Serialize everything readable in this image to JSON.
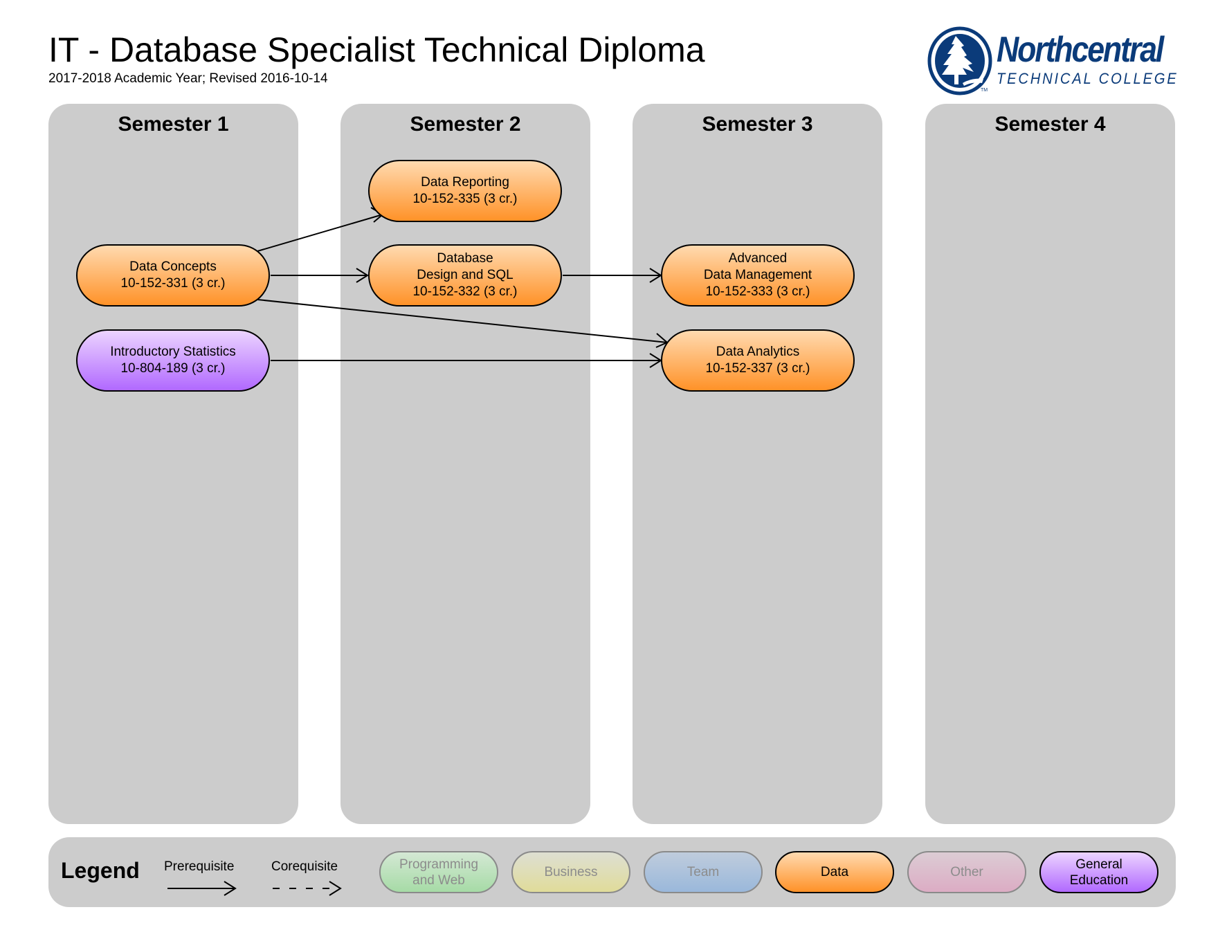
{
  "header": {
    "title": "IT - Database Specialist Technical Diploma",
    "subtitle": "2017-2018 Academic Year; Revised 2016-10-14"
  },
  "logo": {
    "wordmark": "Northcentral",
    "tagline": "TECHNICAL COLLEGE",
    "trademark": "TM",
    "icon": "pine-tree-circle-icon",
    "color": "#0b3b7a"
  },
  "semesters": [
    {
      "label": "Semester 1"
    },
    {
      "label": "Semester 2"
    },
    {
      "label": "Semester 3"
    },
    {
      "label": "Semester 4"
    }
  ],
  "courses": [
    {
      "id": "data-concepts",
      "semester": 1,
      "category": "Data",
      "lines": [
        "Data Concepts",
        "10-152-331 (3 cr.)"
      ]
    },
    {
      "id": "intro-stats",
      "semester": 1,
      "category": "General Education",
      "lines": [
        "Introductory Statistics",
        "10-804-189 (3 cr.)"
      ]
    },
    {
      "id": "data-reporting",
      "semester": 2,
      "category": "Data",
      "lines": [
        "Data Reporting",
        "10-152-335 (3 cr.)"
      ]
    },
    {
      "id": "db-design-sql",
      "semester": 2,
      "category": "Data",
      "lines": [
        "Database",
        "Design and SQL",
        "10-152-332 (3 cr.)"
      ]
    },
    {
      "id": "adv-data-mgmt",
      "semester": 3,
      "category": "Data",
      "lines": [
        "Advanced",
        "Data Management",
        "10-152-333 (3 cr.)"
      ]
    },
    {
      "id": "data-analytics",
      "semester": 3,
      "category": "Data",
      "lines": [
        "Data Analytics",
        "10-152-337 (3 cr.)"
      ]
    }
  ],
  "relationships": [
    {
      "from": "data-concepts",
      "to": "data-reporting",
      "type": "Prerequisite"
    },
    {
      "from": "data-concepts",
      "to": "db-design-sql",
      "type": "Prerequisite"
    },
    {
      "from": "data-concepts",
      "to": "data-analytics",
      "type": "Prerequisite"
    },
    {
      "from": "db-design-sql",
      "to": "adv-data-mgmt",
      "type": "Prerequisite"
    },
    {
      "from": "intro-stats",
      "to": "data-analytics",
      "type": "Prerequisite"
    }
  ],
  "legend": {
    "title": "Legend",
    "arrows": [
      {
        "label": "Prerequisite",
        "style": "solid"
      },
      {
        "label": "Corequisite",
        "style": "dashed"
      }
    ],
    "categories": [
      {
        "lines": [
          "Programming",
          "and Web"
        ],
        "active": false,
        "top": "#d4e8d4",
        "bottom": "#a6dba6"
      },
      {
        "lines": [
          "Business"
        ],
        "active": false,
        "top": "#dedfd2",
        "bottom": "#e0dc9a"
      },
      {
        "lines": [
          "Team"
        ],
        "active": false,
        "top": "#bfccdc",
        "bottom": "#9ab8db"
      },
      {
        "lines": [
          "Data"
        ],
        "active": true,
        "top": "#ffdab0",
        "bottom": "#ff9228"
      },
      {
        "lines": [
          "Other"
        ],
        "active": false,
        "top": "#dcccd4",
        "bottom": "#dcacc4"
      },
      {
        "lines": [
          "General",
          "Education"
        ],
        "active": true,
        "top": "#ecd4ff",
        "bottom": "#b169ff"
      }
    ]
  }
}
